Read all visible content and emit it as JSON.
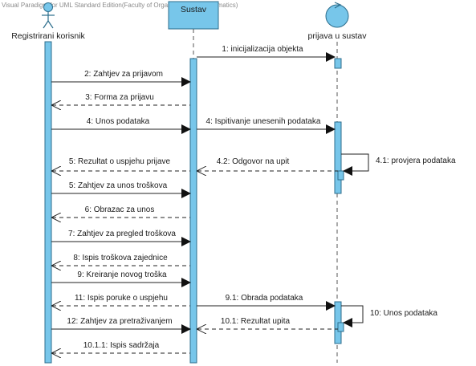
{
  "watermark": "Visual Paradigm for UML Standard Edition(Faculty of Organization and Informatics)",
  "participants": {
    "user": "Registrirani korisnik",
    "system": "Sustav",
    "login": "prijava u sustav"
  },
  "messages": [
    {
      "label": "1: inicijalizacija objekta",
      "type": "sync"
    },
    {
      "label": "2: Zahtjev za prijavom",
      "type": "sync"
    },
    {
      "label": "3: Forma za prijavu",
      "type": "return"
    },
    {
      "label": "4: Unos podataka",
      "type": "sync"
    },
    {
      "label": "4: Ispitivanje unesenih podataka",
      "type": "sync"
    },
    {
      "label": "4.1: provjera podataka",
      "type": "self"
    },
    {
      "label": "4.2: Odgovor na upit",
      "type": "return"
    },
    {
      "label": "5: Rezultat o uspjehu prijave",
      "type": "return"
    },
    {
      "label": "5: Zahtjev za unos troškova",
      "type": "sync"
    },
    {
      "label": "6: Obrazac za unos",
      "type": "return"
    },
    {
      "label": "7: Zahtjev za pregled troškova",
      "type": "sync"
    },
    {
      "label": "8: Ispis troškova zajednice",
      "type": "return"
    },
    {
      "label": "9: Kreiranje novog troška",
      "type": "sync"
    },
    {
      "label": "11: Ispis poruke o uspjehu",
      "type": "return"
    },
    {
      "label": "9.1: Obrada podataka",
      "type": "sync"
    },
    {
      "label": "10: Unos podataka",
      "type": "self"
    },
    {
      "label": "12: Zahtjev za pretraživanjem",
      "type": "sync"
    },
    {
      "label": "10.1: Rezultat upita",
      "type": "return"
    },
    {
      "label": "10.1.1: Ispis sadržaja",
      "type": "return"
    }
  ]
}
